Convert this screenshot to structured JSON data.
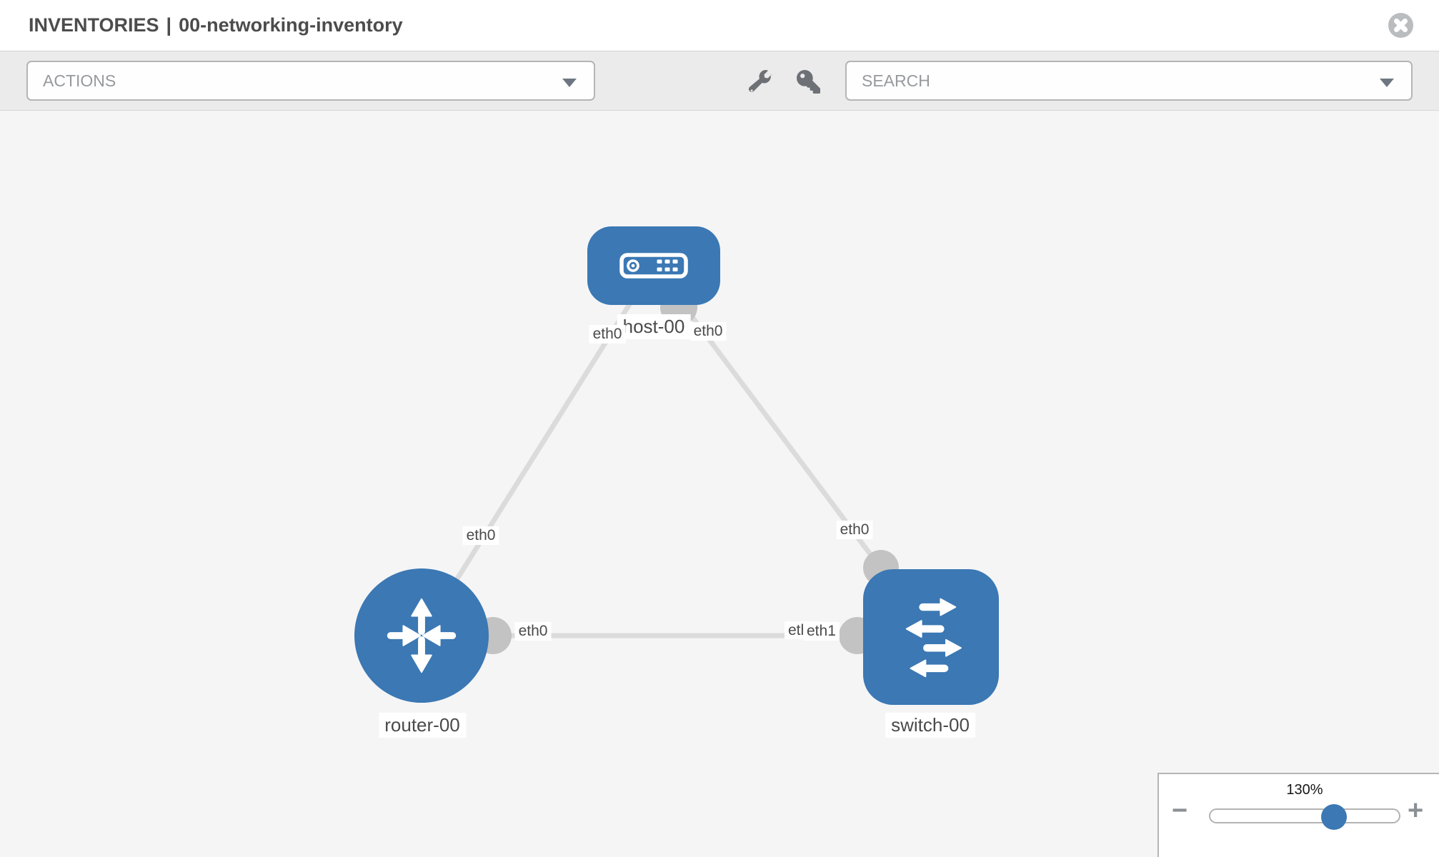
{
  "window": {
    "title_primary": "INVENTORIES",
    "title_separator": "|",
    "title_secondary": "00-networking-inventory"
  },
  "toolbar": {
    "actions_label": "ACTIONS",
    "search_label": "SEARCH"
  },
  "icons": {
    "close": "close-circle-icon",
    "wrench": "wrench-icon",
    "key": "key-icon",
    "caret": "caret-down-icon",
    "host": "server-icon",
    "router": "router-crossed-arrows-icon",
    "switch": "switch-arrows-icon",
    "zoom_out": "minus-icon",
    "zoom_in": "plus-icon"
  },
  "colors": {
    "node_blue": "#3b78b4",
    "link_gray": "#dbdbdb",
    "port_gray": "#c3c3c3",
    "canvas_bg": "#f5f5f6",
    "toolbar_bg": "#ebebeb"
  },
  "topology": {
    "nodes": [
      {
        "id": "host-00",
        "label": "host-00",
        "type": "host"
      },
      {
        "id": "router-00",
        "label": "router-00",
        "type": "router"
      },
      {
        "id": "switch-00",
        "label": "switch-00",
        "type": "switch"
      }
    ],
    "links": [
      {
        "source": "host-00",
        "target": "router-00",
        "source_interface": "eth0",
        "target_interface": "eth0"
      },
      {
        "source": "host-00",
        "target": "switch-00",
        "source_interface": "eth0",
        "target_interface": "eth0"
      },
      {
        "source": "router-00",
        "target": "switch-00",
        "source_interface": "eth0",
        "target_interface": "eth1"
      }
    ],
    "interface_labels": {
      "l1_host": "eth0",
      "l1_router": "eth0",
      "l2_host": "eth0",
      "l2_switch": "eth0",
      "l3_router": "eth0",
      "l3_switch_under": "eth0",
      "l3_switch_over": "eth1"
    }
  },
  "zoom_panel": {
    "level": "130%",
    "minus_label": "−",
    "plus_label": "+"
  }
}
